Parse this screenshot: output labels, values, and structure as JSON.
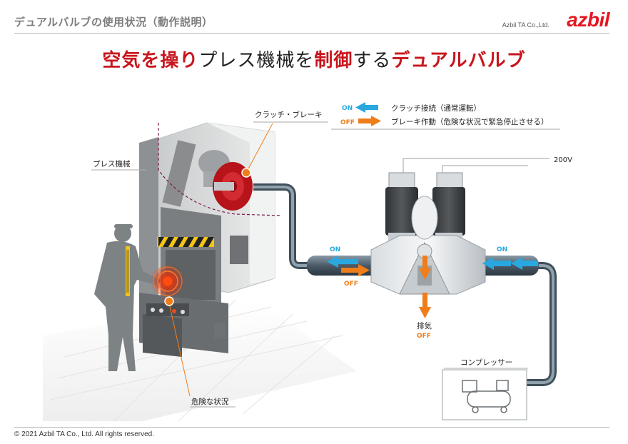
{
  "header": {
    "title": "デュアルバルブの使用状況（動作説明）",
    "company": "Azbil TA Co.,Ltd.",
    "logo": "azbil"
  },
  "main_title": {
    "part1": "空気を操り",
    "part2": "プレス機械を",
    "part3": "制御",
    "part4": "する",
    "part5": "デュアルバルブ"
  },
  "legend": {
    "on_tag": "ON",
    "on_text": "クラッチ接続（通常運転）",
    "off_tag": "OFF",
    "off_text": "ブレーキ作動（危険な状況で緊急停止させる）"
  },
  "labels": {
    "clutch_brake": "クラッチ・ブレーキ",
    "press_machine": "プレス機械",
    "voltage": "200V",
    "flow_on_left": "ON",
    "flow_off_left": "OFF",
    "flow_on_right": "ON",
    "exhaust": "排気",
    "exhaust_off": "OFF",
    "compressor": "コンプレッサー",
    "danger": "危険な状況"
  },
  "colors": {
    "brand_red": "#c8161d",
    "on_blue": "#29a8e0",
    "off_orange": "#ef7d1a",
    "pipe": "#5e6f7c"
  },
  "footer": {
    "copyright": "© 2021 Azbil TA Co., Ltd. All rights reserved."
  }
}
